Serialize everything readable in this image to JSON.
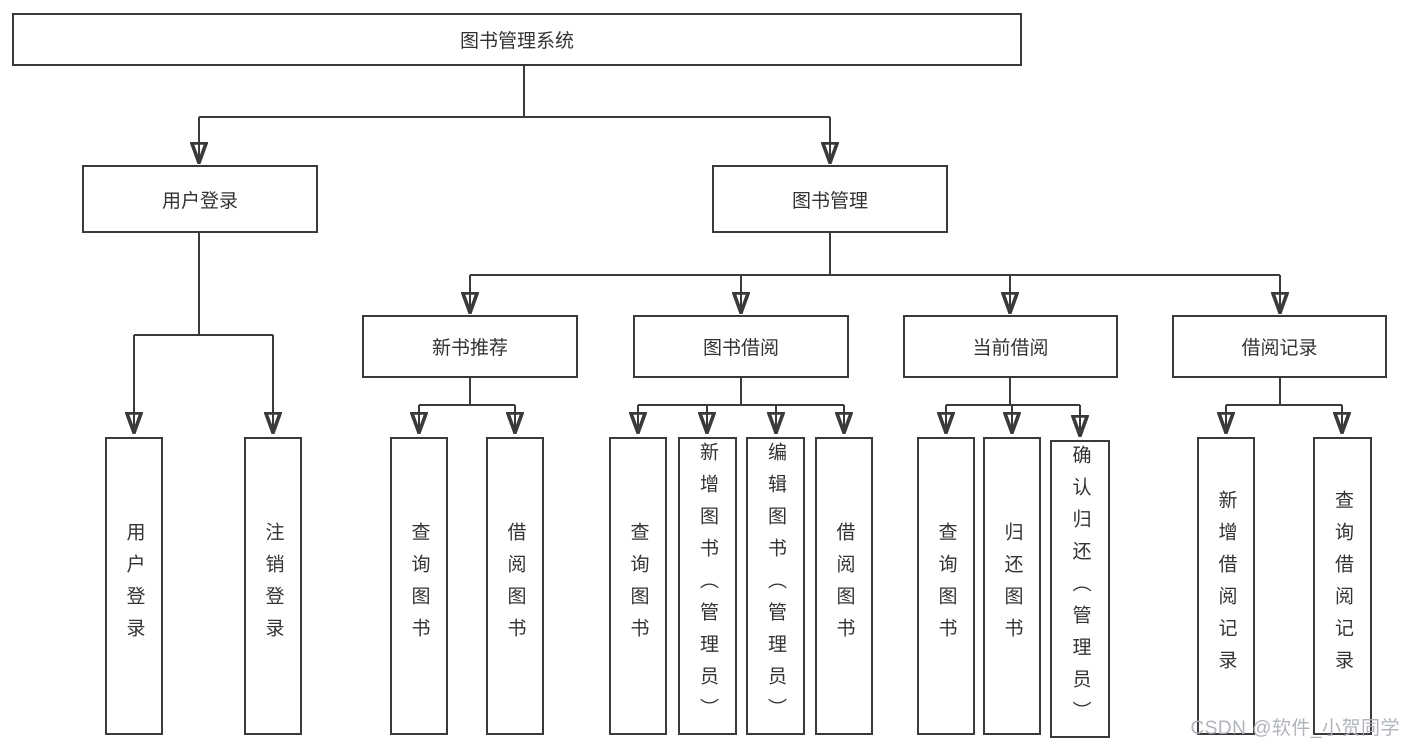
{
  "diagram": {
    "title": "图书管理系统",
    "branches": [
      {
        "label": "用户登录",
        "leaves": [
          "用户登录",
          "注销登录"
        ]
      },
      {
        "label": "图书管理",
        "groups": [
          {
            "label": "新书推荐",
            "leaves": [
              "查询图书",
              "借阅图书"
            ]
          },
          {
            "label": "图书借阅",
            "leaves": [
              "查询图书",
              "新增图书（管理员）",
              "编辑图书（管理员）",
              "借阅图书"
            ]
          },
          {
            "label": "当前借阅",
            "leaves": [
              "查询图书",
              "归还图书",
              "确认归还（管理员）"
            ]
          },
          {
            "label": "借阅记录",
            "leaves": [
              "新增借阅记录",
              "查询借阅记录"
            ]
          }
        ]
      }
    ]
  },
  "watermark": {
    "text": "CSDN @软件_小贺同学"
  },
  "colors": {
    "line": "#3a3a3a",
    "box_border": "#3a3a3a",
    "text": "#333333",
    "background": "#ffffff",
    "watermark": "#acb0b8"
  }
}
